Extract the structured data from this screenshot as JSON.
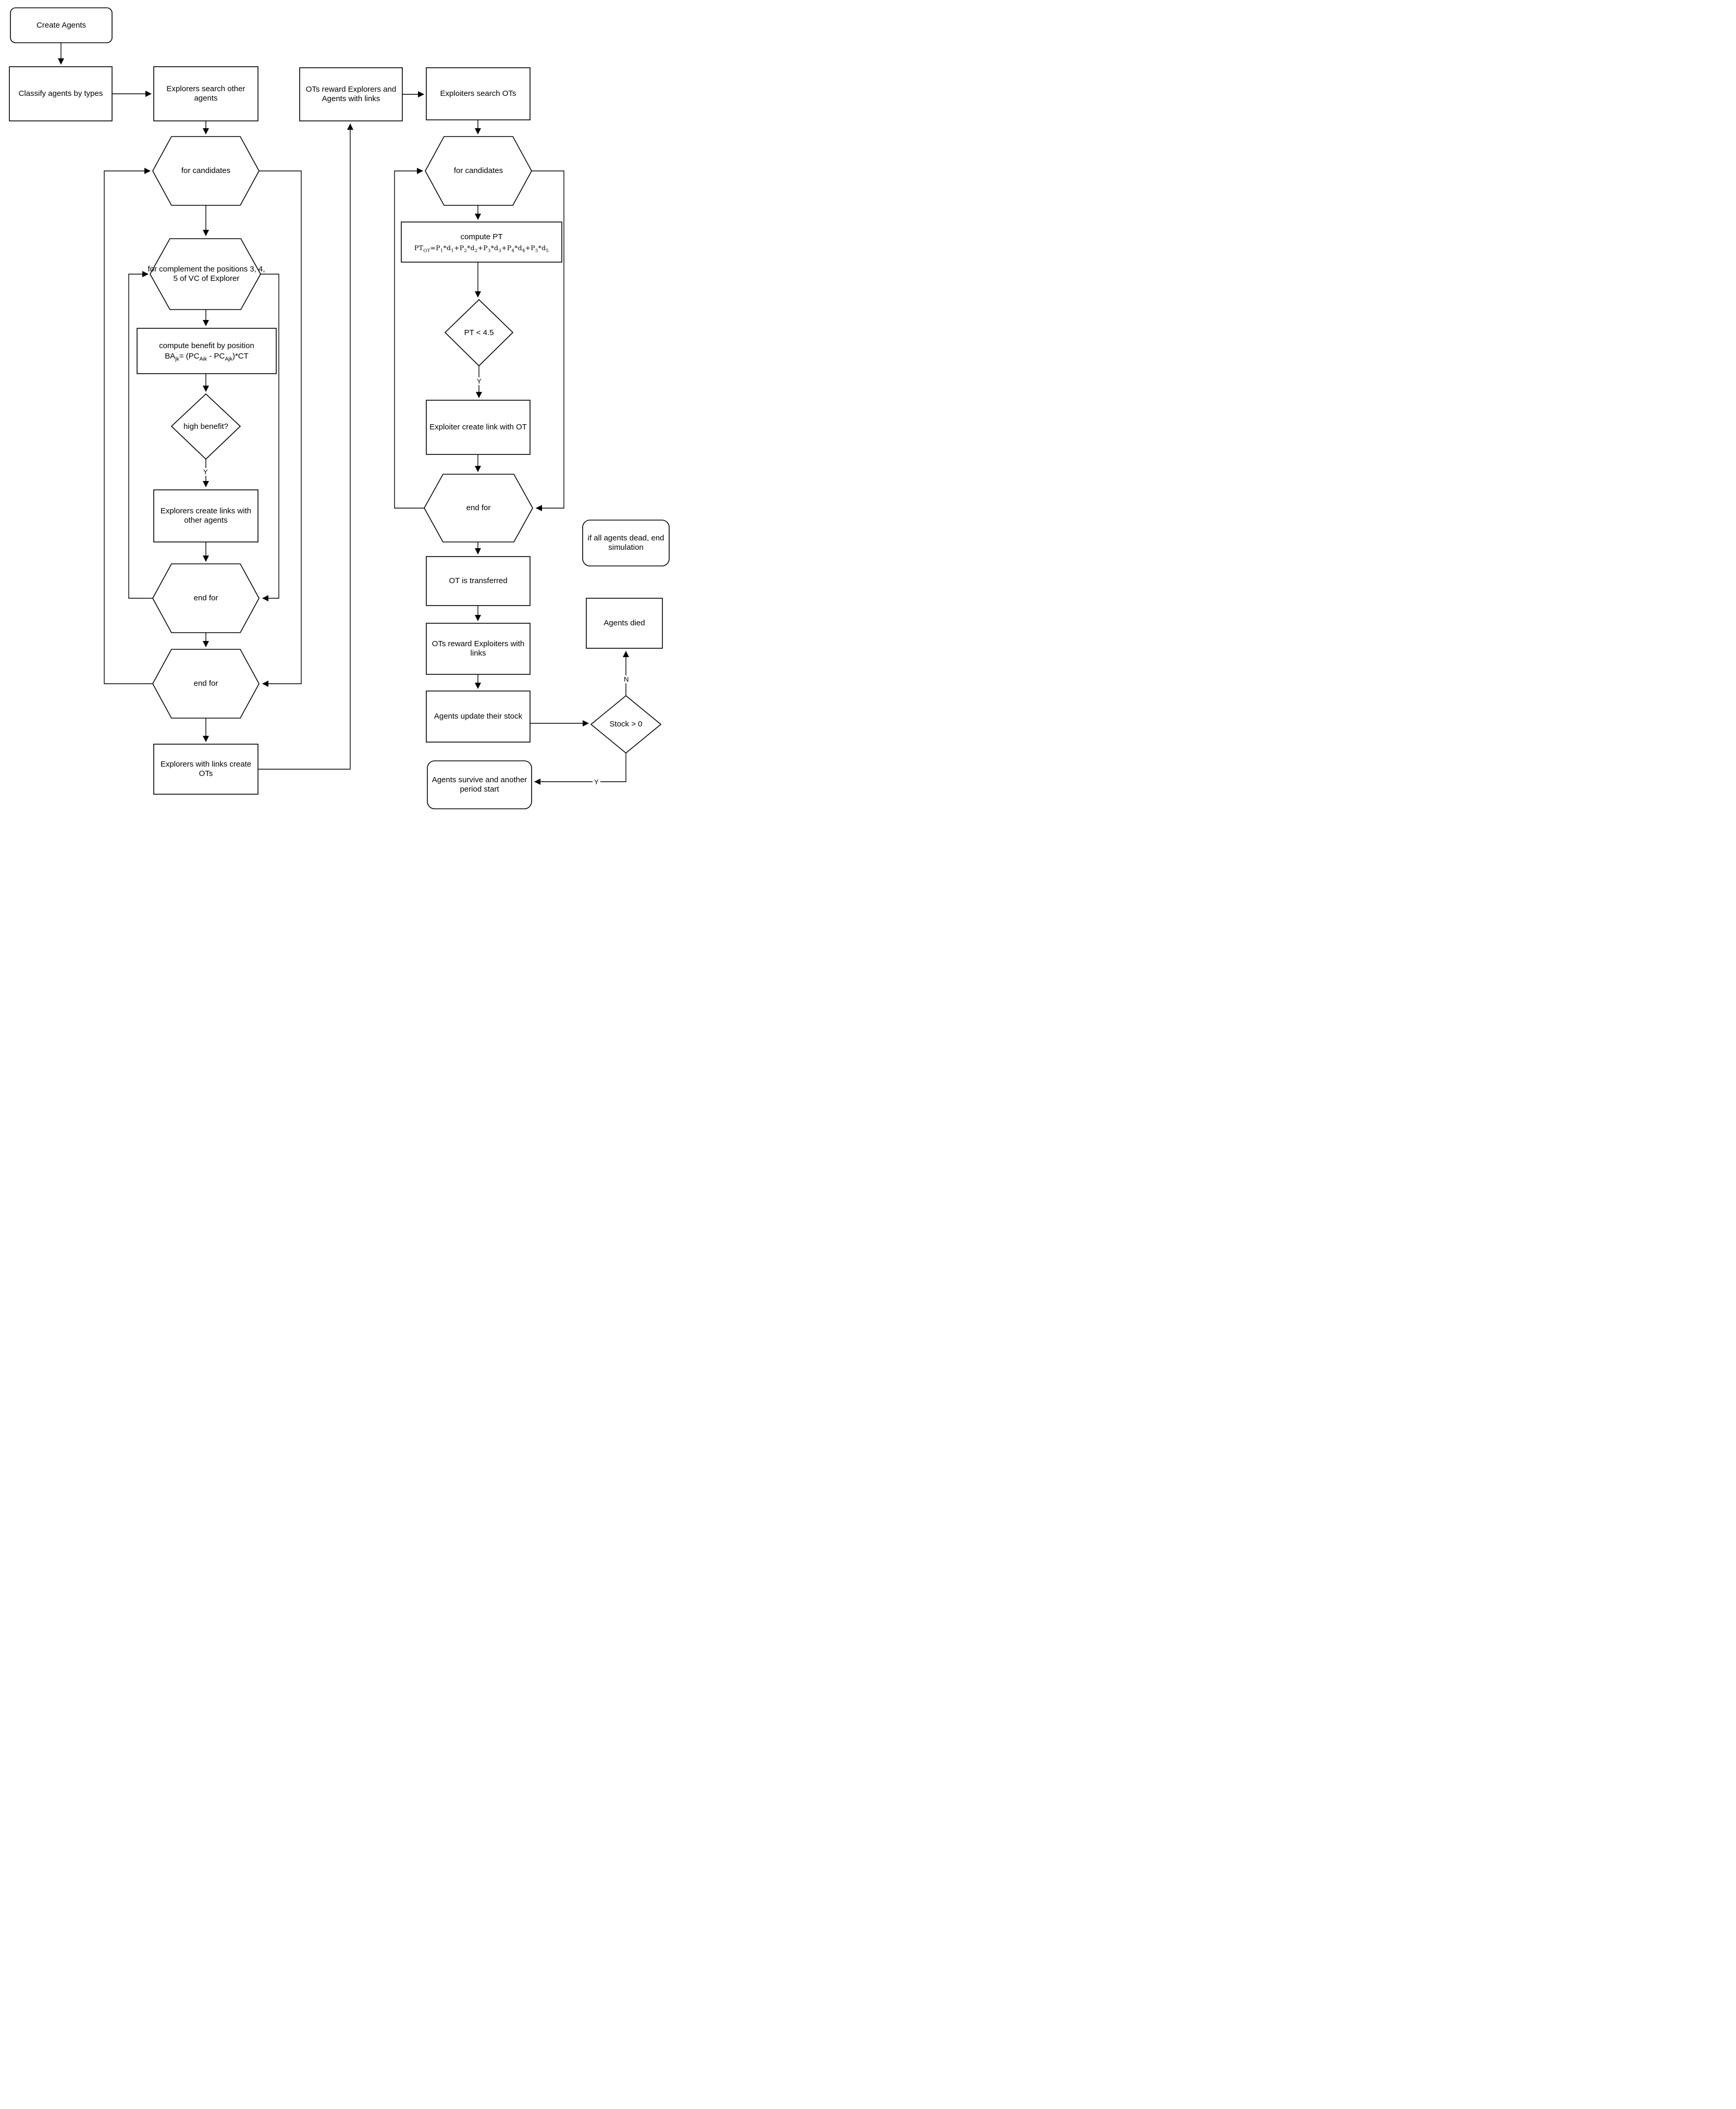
{
  "diagram": {
    "title": "Agent-based simulation flowchart",
    "colors": {
      "stroke": "#000000",
      "background": "#ffffff"
    },
    "nodes": {
      "create_agents": {
        "shape": "rounded-rect",
        "label": "Create Agents"
      },
      "classify_agents": {
        "shape": "rect",
        "label": "Classify agents by types"
      },
      "explorers_search": {
        "shape": "rect",
        "label": "Explorers search other agents"
      },
      "for_candidates_left": {
        "shape": "hexagon",
        "label": "for candidates"
      },
      "for_complement": {
        "shape": "hexagon",
        "label": "for complement the positions 3, 4, 5 of VC of Explorer"
      },
      "compute_benefit": {
        "shape": "rect",
        "label": "compute benefit by position",
        "formula": "BA_{jk}= (PC_{Aik} - PC_{Ajk})*CT"
      },
      "high_benefit": {
        "shape": "diamond",
        "label": "high benefit?"
      },
      "explorers_create_links": {
        "shape": "rect",
        "label": "Explorers create links with other agents"
      },
      "end_for_inner_left": {
        "shape": "hexagon",
        "label": "end for"
      },
      "end_for_outer_left": {
        "shape": "hexagon",
        "label": "end for"
      },
      "explorers_with_links": {
        "shape": "rect",
        "label": "Explorers with links create OTs"
      },
      "ots_reward_explorers": {
        "shape": "rect",
        "label": "OTs reward Explorers and Agents with links"
      },
      "exploiters_search": {
        "shape": "rect",
        "label": "Exploiters search OTs"
      },
      "for_candidates_right": {
        "shape": "hexagon",
        "label": "for candidates"
      },
      "compute_pt": {
        "shape": "rect",
        "label": "compute PT",
        "formula": "PT_{OT}=P_{1}*d_{1}+P_{2}*d_{2}+P_{3}*d_{3}+P_{4}*d_{4}+P_{5}*d_{5}"
      },
      "pt_threshold": {
        "shape": "diamond",
        "label": "PT < 4.5"
      },
      "exploiter_create_link": {
        "shape": "rect",
        "label": "Exploiter create link with OT"
      },
      "end_for_right": {
        "shape": "hexagon",
        "label": "end for"
      },
      "ot_transferred": {
        "shape": "rect",
        "label": "OT is transferred"
      },
      "ots_reward_exploiters": {
        "shape": "rect",
        "label": "OTs reward Exploiters with links"
      },
      "agents_update_stock": {
        "shape": "rect",
        "label": "Agents update their stock"
      },
      "stock_check": {
        "shape": "diamond",
        "label": "Stock > 0"
      },
      "agents_died": {
        "shape": "rect",
        "label": "Agents died"
      },
      "agents_survive": {
        "shape": "rounded-rect",
        "label": "Agents survive and another period start"
      },
      "end_simulation_note": {
        "shape": "rounded-rect",
        "label": "if all agents dead, end simulation"
      }
    },
    "edge_labels": {
      "high_benefit_yes": "Y",
      "pt_yes": "Y",
      "stock_no": "N",
      "stock_yes": "Y"
    }
  }
}
